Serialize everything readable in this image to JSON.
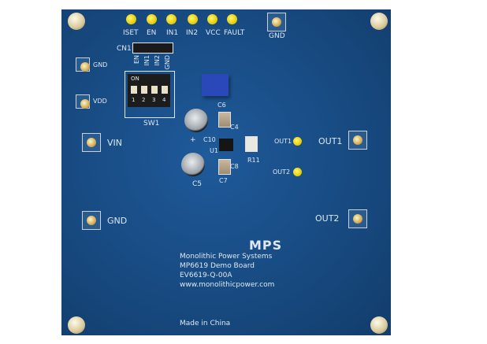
{
  "board": {
    "brand_logo": "MPS",
    "company": "Monolithic Power Systems",
    "product": "MP6619 Demo Board",
    "part_number": "EV6619-Q-00A",
    "website": "www.monolithicpower.com",
    "made_in": "Made in China"
  },
  "test_points": [
    "ISET",
    "EN",
    "IN1",
    "IN2",
    "VCC",
    "FAULT"
  ],
  "connector": {
    "label": "CN1",
    "pins": [
      "EN",
      "IN1",
      "IN2",
      "GND"
    ]
  },
  "switch": {
    "label": "SW1",
    "on_label": "ON",
    "pos": [
      "1",
      "2",
      "3",
      "4"
    ]
  },
  "posts": {
    "top_gnd": "GND",
    "gnd_small": "GND",
    "vdd": "VDD",
    "vin": "VIN",
    "gnd": "GND",
    "out1": "OUT1",
    "out2": "OUT2"
  },
  "probes": {
    "out1": "OUT1",
    "out2": "OUT2"
  },
  "components": {
    "c6": "C6",
    "c4": "C4",
    "c10": "C10",
    "u1": "U1",
    "r11": "R11",
    "c8": "C8",
    "c5": "C5",
    "c7": "C7",
    "plus": "+"
  },
  "colors": {
    "pcb": "#17497f",
    "silkscreen": "#dfe8f2",
    "test_point": "#e2c800"
  }
}
